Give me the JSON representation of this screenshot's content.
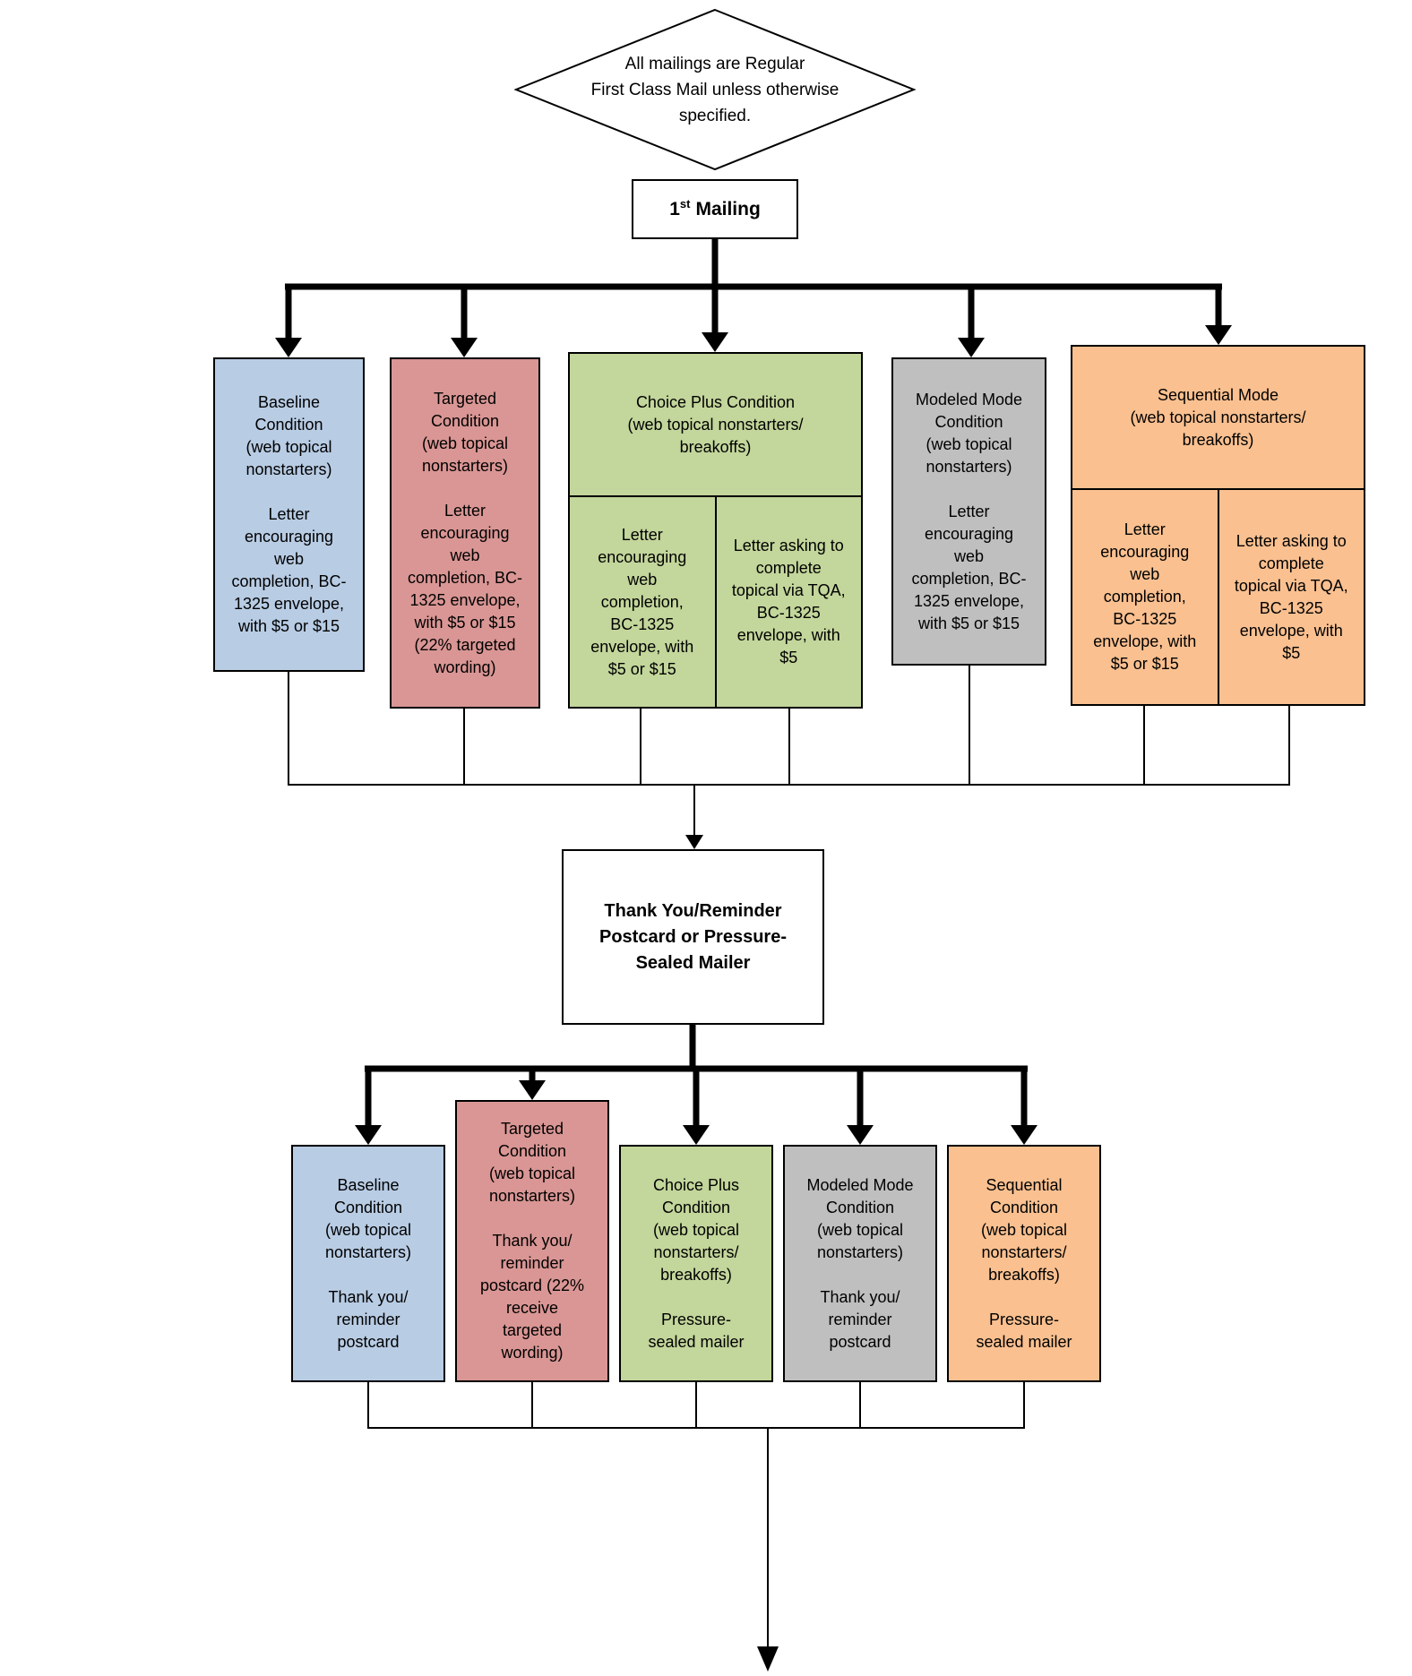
{
  "note": {
    "text": "All mailings are Regular\nFirst Class Mail unless otherwise\nspecified."
  },
  "first_mailing": {
    "prefix": "1",
    "sup": "st",
    "suffix": "Mailing"
  },
  "row1": {
    "baseline": {
      "text": "Baseline\nCondition\n(web topical\nnonstarters)\n\nLetter\nencouraging\nweb\ncompletion, BC-\n1325 envelope,\nwith $5 or $15"
    },
    "targeted": {
      "text": "Targeted\nCondition\n(web topical\nnonstarters)\n\nLetter\nencouraging\nweb\ncompletion, BC-\n1325 envelope,\nwith $5 or $15\n(22% targeted\nwording)"
    },
    "choice_plus": {
      "title": "Choice Plus Condition\n(web topical nonstarters/\nbreakoffs)",
      "left": "Letter\nencouraging\nweb\ncompletion,\nBC-1325\nenvelope, with\n$5 or $15",
      "right": "Letter asking to\ncomplete\ntopical via TQA,\nBC-1325\nenvelope, with\n$5"
    },
    "modeled_mode": {
      "text": "Modeled Mode\nCondition\n(web topical\nnonstarters)\n\nLetter\nencouraging\nweb\ncompletion, BC-\n1325 envelope,\nwith $5 or $15"
    },
    "sequential_mode": {
      "title": "Sequential Mode\n(web topical nonstarters/\nbreakoffs)",
      "left": "Letter\nencouraging\nweb\ncompletion,\nBC-1325\nenvelope, with\n$5 or $15",
      "right": "Letter asking to\ncomplete\ntopical via TQA,\nBC-1325\nenvelope, with\n$5"
    }
  },
  "thank_you": {
    "text": "Thank You/Reminder\nPostcard or Pressure-\nSealed Mailer"
  },
  "row2": {
    "baseline": {
      "text": "Baseline\nCondition\n(web topical\nnonstarters)\n\nThank you/\nreminder\npostcard"
    },
    "targeted": {
      "text": "Targeted\nCondition\n(web topical\nnonstarters)\n\nThank you/\nreminder\npostcard (22%\nreceive\ntargeted\nwording)"
    },
    "choice_plus": {
      "text": "Choice Plus\nCondition\n(web topical\nnonstarters/\nbreakoffs)\n\nPressure-\nsealed mailer"
    },
    "modeled_mode": {
      "text": "Modeled Mode\nCondition\n(web topical\nnonstarters)\n\nThank you/\nreminder\npostcard"
    },
    "sequential": {
      "text": "Sequential\nCondition\n(web topical\nnonstarters/\nbreakoffs)\n\nPressure-\nsealed mailer"
    }
  },
  "colors": {
    "baseline": "#b8cce4",
    "targeted": "#d99694",
    "choice_plus": "#c3d69b",
    "modeled_mode": "#bfbfbf",
    "sequential": "#fac090",
    "line": "#000000",
    "plain_box": "#ffffff"
  }
}
